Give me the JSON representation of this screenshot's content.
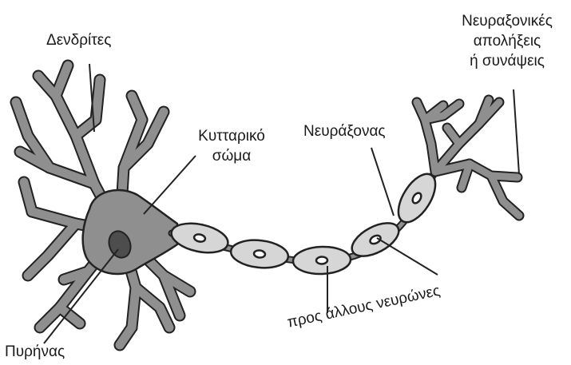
{
  "labels": {
    "dendrites": "Δενδρίτες",
    "cell_body": [
      "Κυτταρικό",
      "σώμα"
    ],
    "axon": "Νευράξονας",
    "terminals": [
      "Νευραξονικές",
      "απολήξεις",
      "ή συνάψεις"
    ],
    "other_neurons": "προς άλλους νευρώνες",
    "nucleus": "Πυρήνας"
  },
  "colors": {
    "neuron_fill": "#8f8f8f",
    "myelin_fill": "#d6d6d6",
    "nucleus_fill": "#4d4d4d",
    "outline": "#222222"
  }
}
